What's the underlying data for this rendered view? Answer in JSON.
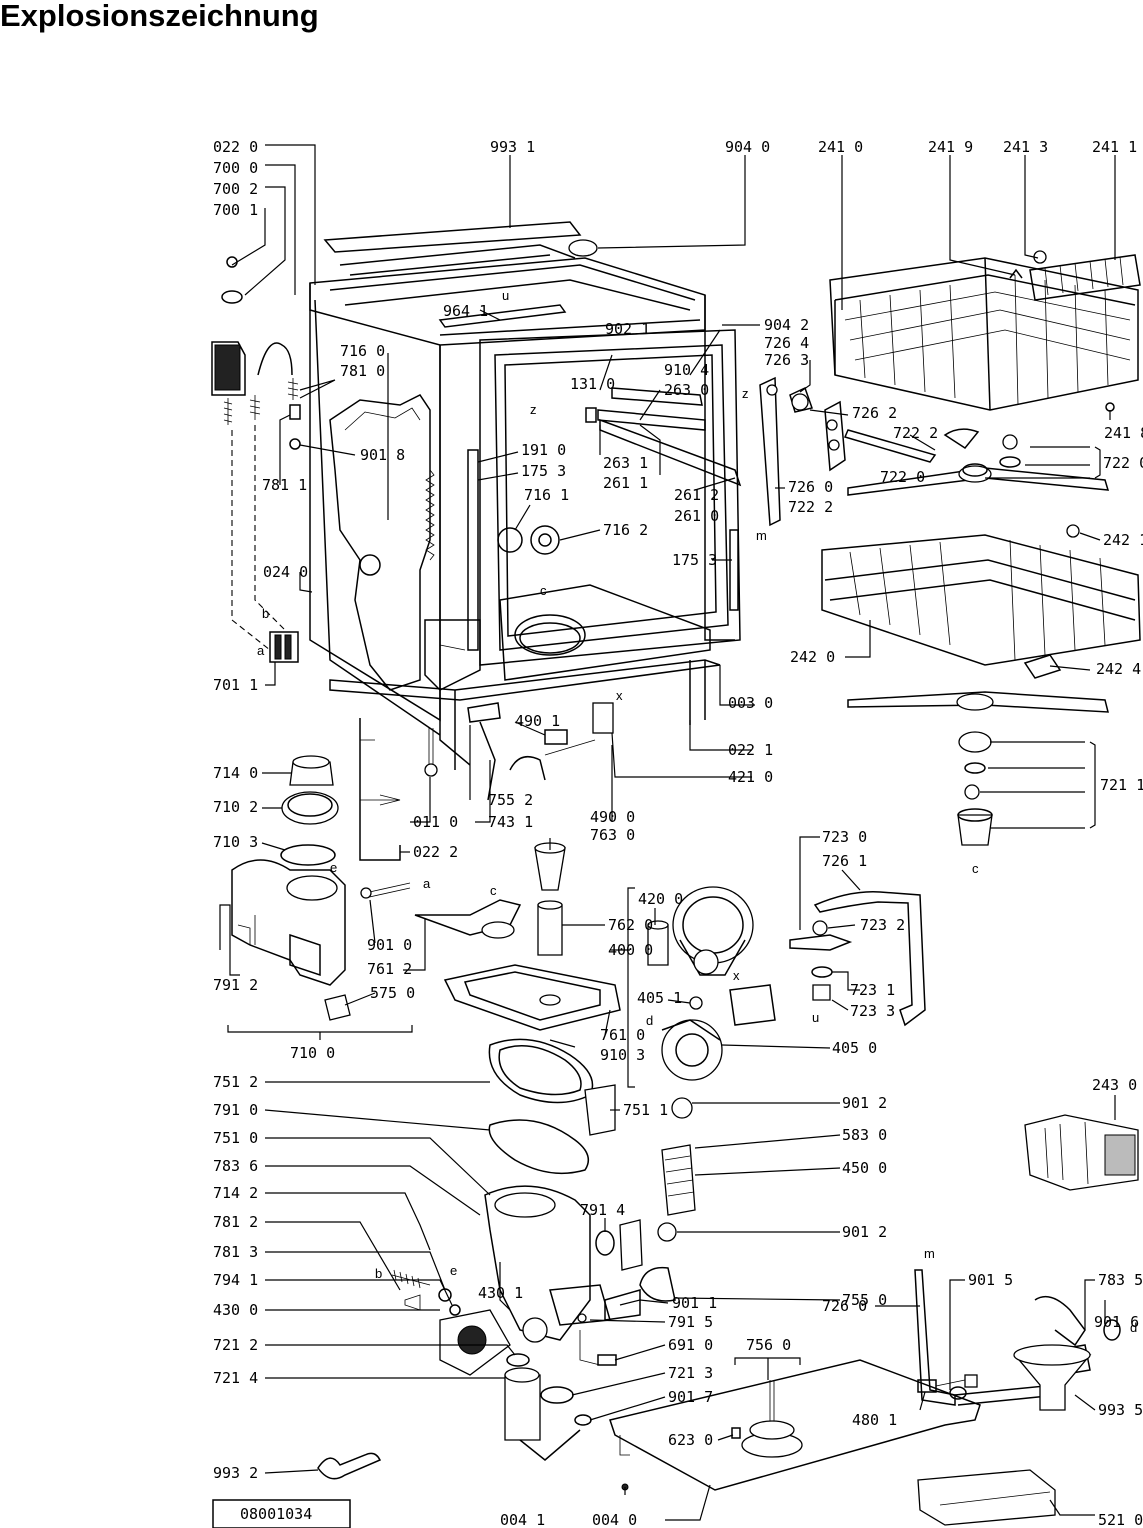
{
  "title": "Explosionszeichnung",
  "doc_number": "08001034",
  "labels": {
    "l0220": "022 0",
    "l7000": "700 0",
    "l7002": "700 2",
    "l7001": "700 1",
    "l9931": "993 1",
    "l9040": "904 0",
    "l2410": "241 0",
    "l2419": "241 9",
    "l2413": "241 3",
    "l2411": "241 1",
    "l9641": "964 1",
    "l9021": "902 1",
    "l9042": "904 2",
    "l7264": "726 4",
    "l7263": "726 3",
    "l9104": "910 4",
    "l2630": "263 0",
    "l1310": "131 0",
    "l7160": "716 0",
    "l7810": "781 0",
    "l9018": "901 8",
    "l7811": "781 1",
    "l7262": "726 2",
    "l7222": "722 2",
    "l2418": "241 8",
    "l7220a": "722 0",
    "l7220b": "722 0",
    "l1910": "191 0",
    "l1753a": "175 3",
    "l7161": "716 1",
    "l2631": "263 1",
    "l2611": "261 1",
    "l2612": "261 2",
    "l2610": "261 0",
    "l7260a": "726 0",
    "l7222b": "722 2",
    "l7162": "716 2",
    "l1753b": "175 3",
    "l2421": "242 1",
    "l0240": "024 0",
    "l2420": "242 0",
    "l2424": "242 4",
    "l7011": "701 1",
    "l0030": "003 0",
    "l4901": "490 1",
    "l0221": "022 1",
    "l4210": "421 0",
    "l7552": "755 2",
    "l7431": "743 1",
    "l4900": "490 0",
    "l7630": "763 0",
    "l7211": "721 1",
    "l7140": "714 0",
    "l7102": "710 2",
    "l7103": "710 3",
    "l0110": "011 0",
    "l0222": "022 2",
    "l7230": "723 0",
    "l7261": "726 1",
    "l7232": "723 2",
    "l4200": "420 0",
    "l7620": "762 0",
    "l4000": "400 0",
    "l9010": "901 0",
    "l7612": "761 2",
    "l7912": "791 2",
    "l5750": "575 0",
    "l7231": "723 1",
    "l7233": "723 3",
    "l4051": "405 1",
    "l7610": "761 0",
    "l9103": "910 3",
    "l4050": "405 0",
    "l7100": "710 0",
    "l2430": "243 0",
    "l7512": "751 2",
    "l7511": "751 1",
    "l9012a": "901 2",
    "l7910": "791 0",
    "l5830": "583 0",
    "l7510": "751 0",
    "l4500": "450 0",
    "l7836": "783 6",
    "l7914": "791 4",
    "l9012b": "901 2",
    "l7142": "714 2",
    "l9015": "901 5",
    "l7835": "783 5",
    "l7812": "781 2",
    "l7550": "755 0",
    "l7813": "781 3",
    "l4301": "430 1",
    "l9011": "901 1",
    "l7941": "794 1",
    "l7915": "791 5",
    "l7260b": "726 0",
    "l9016": "901 6",
    "l4300": "430 0",
    "l6910": "691 0",
    "l7212": "721 2",
    "l7213": "721 3",
    "l7560": "756 0",
    "l7214": "721 4",
    "l9017": "901 7",
    "l4801": "480 1",
    "l9935": "993 5",
    "l6230": "623 0",
    "l9932": "993 2",
    "l0041": "004 1",
    "l0040": "004 0",
    "l5210": "521 0"
  },
  "tags": {
    "u": "u",
    "z1": "z",
    "z2": "z",
    "m1": "m",
    "c1": "c",
    "x1": "x",
    "b1": "b",
    "a1": "a",
    "e1": "e",
    "a2": "a",
    "c2": "c",
    "x2": "x",
    "c3": "c",
    "d1": "d",
    "u2": "u",
    "b2": "b",
    "e2": "e",
    "m2": "m",
    "d2": "d"
  }
}
